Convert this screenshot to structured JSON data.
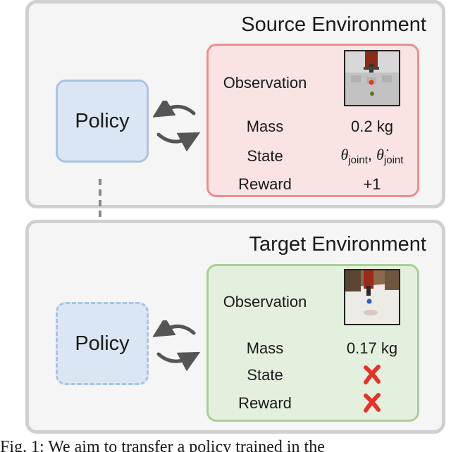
{
  "source": {
    "title": "Source Environment",
    "policy_label": "Policy",
    "rows": {
      "observation": "Observation",
      "mass_label": "Mass",
      "mass_value": "0.2 kg",
      "state_label": "State",
      "state_value_theta": "θ",
      "state_value_sub1": "joint",
      "state_value_sep": ", ",
      "state_value_thetadot": "θ̇",
      "state_value_sub2": "joint",
      "reward_label": "Reward",
      "reward_value": "+1"
    }
  },
  "target": {
    "title": "Target Environment",
    "policy_label": "Policy",
    "rows": {
      "observation": "Observation",
      "mass_label": "Mass",
      "mass_value": "0.17 kg",
      "state_label": "State",
      "reward_label": "Reward"
    }
  },
  "colors": {
    "source_panel_fill": "#fae3e3",
    "source_panel_border": "#ee8e8e",
    "target_panel_fill": "#e4f0de",
    "target_panel_border": "#a9cf96",
    "policy_fill": "#dae6f3",
    "policy_border": "#a9c4e2",
    "cross": "#e5332a",
    "arrow": "#555555"
  },
  "icons": {
    "cycle_arrows": "cycle-arrows-icon",
    "cross": "cross-mark-icon",
    "transfer_arrow": "dashed-down-arrow-icon"
  },
  "caption": "Fig. 1: We aim to transfer a policy trained in the"
}
